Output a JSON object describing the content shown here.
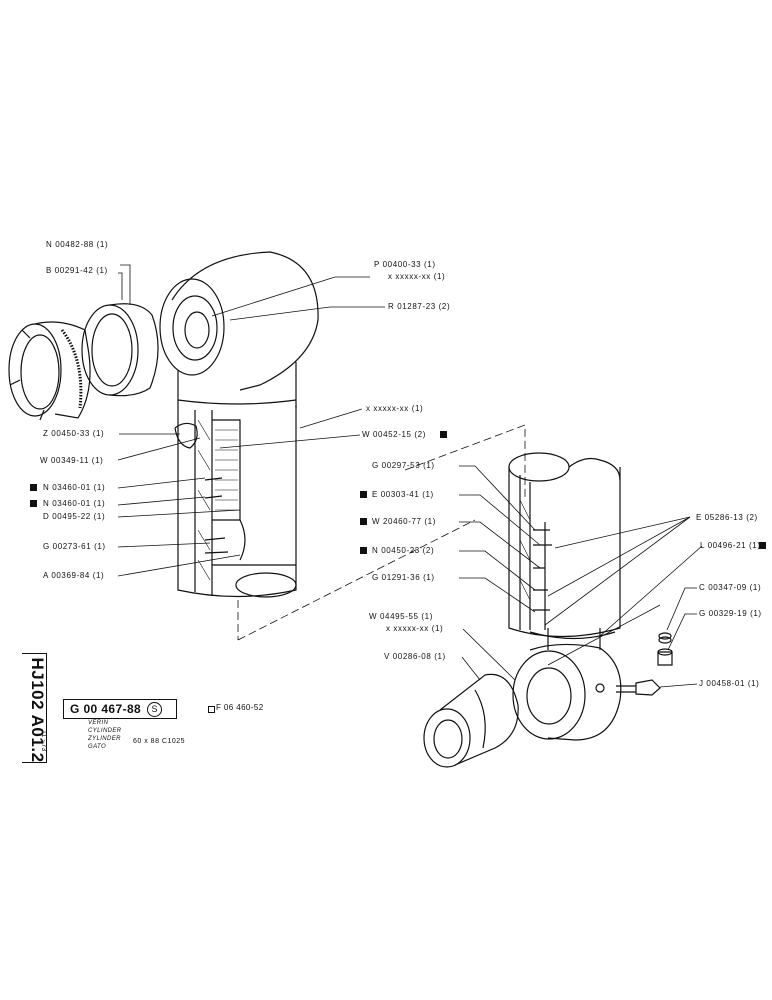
{
  "title_block": {
    "side_code": "HJ102 A01.2",
    "date": "11 - 73",
    "part_number": "G 00 467-88",
    "revision": "S",
    "ref": "F 06 460-52",
    "desc": [
      "VERIN",
      "CYLINDER",
      "ZYLINDER",
      "GATO"
    ],
    "dims": "60 x 88   C1025"
  },
  "callouts_left": [
    "N 00482-88 (1)",
    "B 00291-42 (1)",
    "P 00400-33 (1)",
    "x xxxxx-xx (1)",
    "R 01287-23 (2)",
    "x xxxxx-xx (1)",
    "Z 00450-33 (1)",
    "W 00452-15 (2)",
    "W 00349-11 (1)",
    "N 03460-01 (1)",
    "N 03460-01 (1)",
    "D 00495-22 (1)",
    "G 00273-61 (1)",
    "A 00369-84 (1)"
  ],
  "callouts_right": [
    "G 00297-53 (1)",
    "E 00303-41 (1)",
    "W 20460-77 (1)",
    "N 00450-23 (2)",
    "G 01291-36 (1)",
    "E 05286-13 (2)",
    "L 00496-21 (1)",
    "C 00347-09 (1)",
    "G 00329-19 (1)",
    "W 04495-55 (1)",
    "x xxxxx-xx (1)",
    "V 00286-08 (1)",
    "J 00458-01 (1)"
  ]
}
